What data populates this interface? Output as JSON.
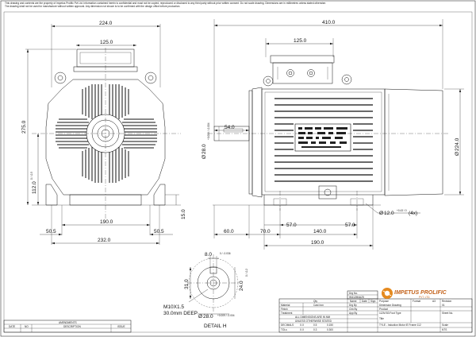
{
  "disclaimer": "This drawing and contents are the property of Impetus Prolific Pvt Ltd. Information contained herein is confidential and must not be copied, reproduced or disclosed to any third party without prior written consent. Do not scale drawing. Dimensions are in millimetres unless stated otherwise.",
  "front_view": {
    "dims": {
      "top_width": "224.0",
      "top_inner": "125.0",
      "height": "275.0",
      "shaft_height": "112.0",
      "shaft_height_tol": "0 / -0.5",
      "base_width": "190.0",
      "base_outer": "232.0",
      "foot_left": "50.5",
      "foot_right": "50.5",
      "foot_height": "15.0"
    }
  },
  "side_view": {
    "dims": {
      "overall_length": "410.0",
      "top_box": "125.0",
      "shaft_ext": "54.0",
      "shaft_dia": "28.0",
      "shaft_tol": "+0.009 / -0.004",
      "body_dia": "224.0",
      "hole_dia": "12.0",
      "hole_tol": "+0.43 / 0",
      "hole_qty": "(4x)",
      "shaft_to_foot": "60.0",
      "foot_offset": "70.0",
      "foot_left_inner": "57.0",
      "foot_right_inner": "57.0",
      "foot_center": "140.0",
      "foot_total": "190.0"
    }
  },
  "detail": {
    "title": "DETAIL H",
    "key_width": "8.0",
    "key_width_tol": "0 / -0.036",
    "key_depth": "31.0",
    "shaft_dia": "28.0",
    "shaft_tol": "+0.009 / -0.004",
    "side_dim": "24.0",
    "side_tol": "0 / -0.2",
    "thread": "M10X1.5",
    "thread_depth": "30.0mm DEEP"
  },
  "brand": {
    "name": "IMPETUS PROLIFIC",
    "sub": "PVT. LTD."
  },
  "amendments": {
    "title": "AMENDMENTS",
    "cols": [
      "DATE",
      "NO",
      "DESCRIPTION",
      "ISSUE"
    ]
  },
  "title_block": {
    "drg_no_label": "Drg No.",
    "drg_no": "IM112M4A25",
    "name_label": "Name",
    "date_label": "Date",
    "sign_label": "Sign",
    "qty_label": "Qty",
    "material_label": "Material",
    "material": "Cast Iron",
    "finish_label": "Finish",
    "treatment_label": "Treatment",
    "general_tol": "ALL DIMENSIONS ARE IN MM",
    "tol_note": "UNLESS OTHERWISE STATED",
    "tol_rows": [
      [
        "DECIMALS",
        "X.X",
        "0.5",
        "0.150"
      ],
      [
        "TOLs",
        "X.X",
        "0.3",
        "0.300"
      ]
    ],
    "drg_by_label": "Drg By",
    "chk_by_label": "Chk By",
    "app_by_label": "App By",
    "purpose_label": "Purpose",
    "purpose": "Dimension Drawing",
    "product_label": "Product",
    "product": "112M B3 Foot Type",
    "format_label": "Format",
    "format": "A3",
    "revision_label": "Revision",
    "revision": "01",
    "sheet_label": "Sheet No.",
    "title_label": "Title",
    "title": "TYLE - Induction Motor IE Frame 112",
    "scale_label": "Scale",
    "scale": "NTS"
  }
}
